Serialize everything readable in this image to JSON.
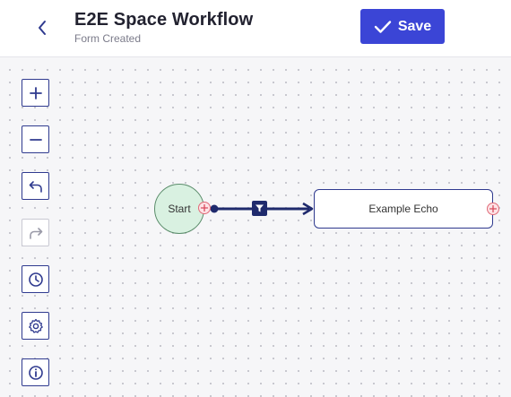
{
  "header": {
    "title": "E2E Space Workflow",
    "subtitle": "Form Created",
    "save_label": "Save"
  },
  "toolbar": {
    "items": [
      "zoom-in",
      "zoom-out",
      "undo",
      "redo",
      "history",
      "settings",
      "info"
    ]
  },
  "nodes": {
    "start_label": "Start",
    "echo_label": "Example Echo"
  },
  "colors": {
    "accent": "#3b45d6",
    "edge": "#1f2a6d",
    "start_fill": "#d9f1e1",
    "handle": "#e06a78"
  }
}
